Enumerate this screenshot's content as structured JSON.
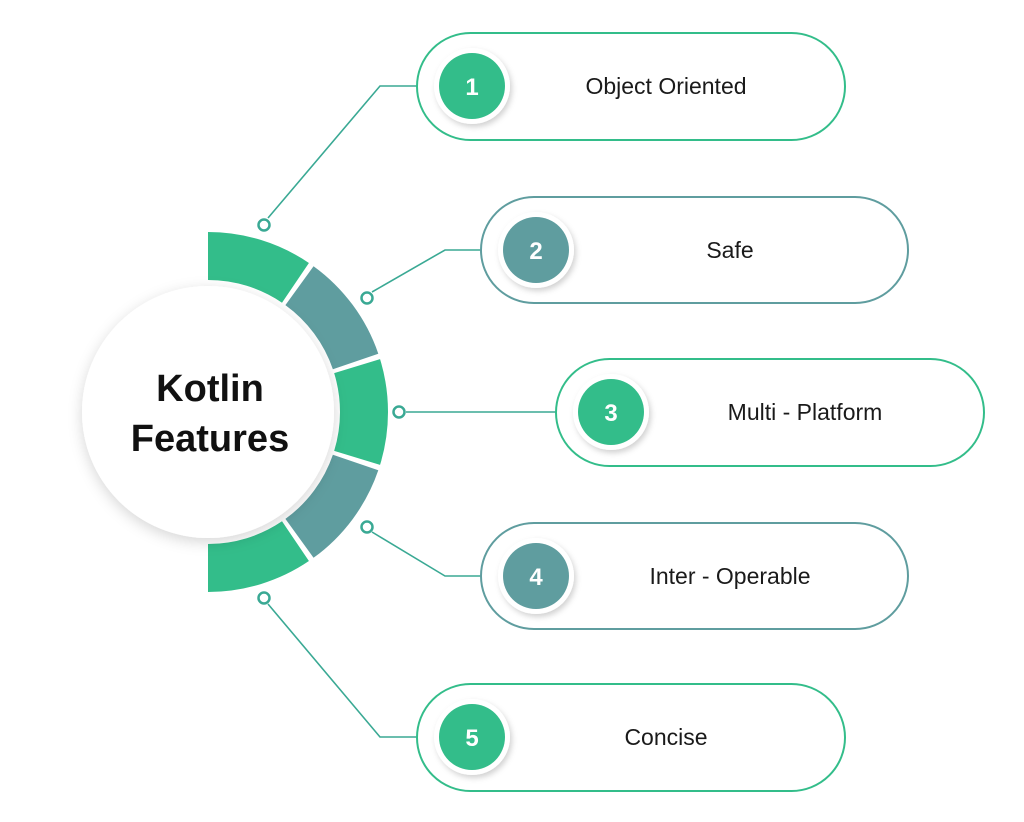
{
  "center": {
    "title_line1": "Kotlin",
    "title_line2": "Features"
  },
  "colors": {
    "green": "#33bd8a",
    "teal": "#5f9d9f",
    "connector": "#3aa994",
    "pill_border_green": "#33bd8a",
    "pill_border_teal": "#5f9d9f"
  },
  "features": [
    {
      "number": "1",
      "label": "Object Oriented",
      "color": "green"
    },
    {
      "number": "2",
      "label": "Safe",
      "color": "teal"
    },
    {
      "number": "3",
      "label": "Multi - Platform",
      "color": "green"
    },
    {
      "number": "4",
      "label": "Inter - Operable",
      "color": "teal"
    },
    {
      "number": "5",
      "label": "Concise",
      "color": "green"
    }
  ]
}
